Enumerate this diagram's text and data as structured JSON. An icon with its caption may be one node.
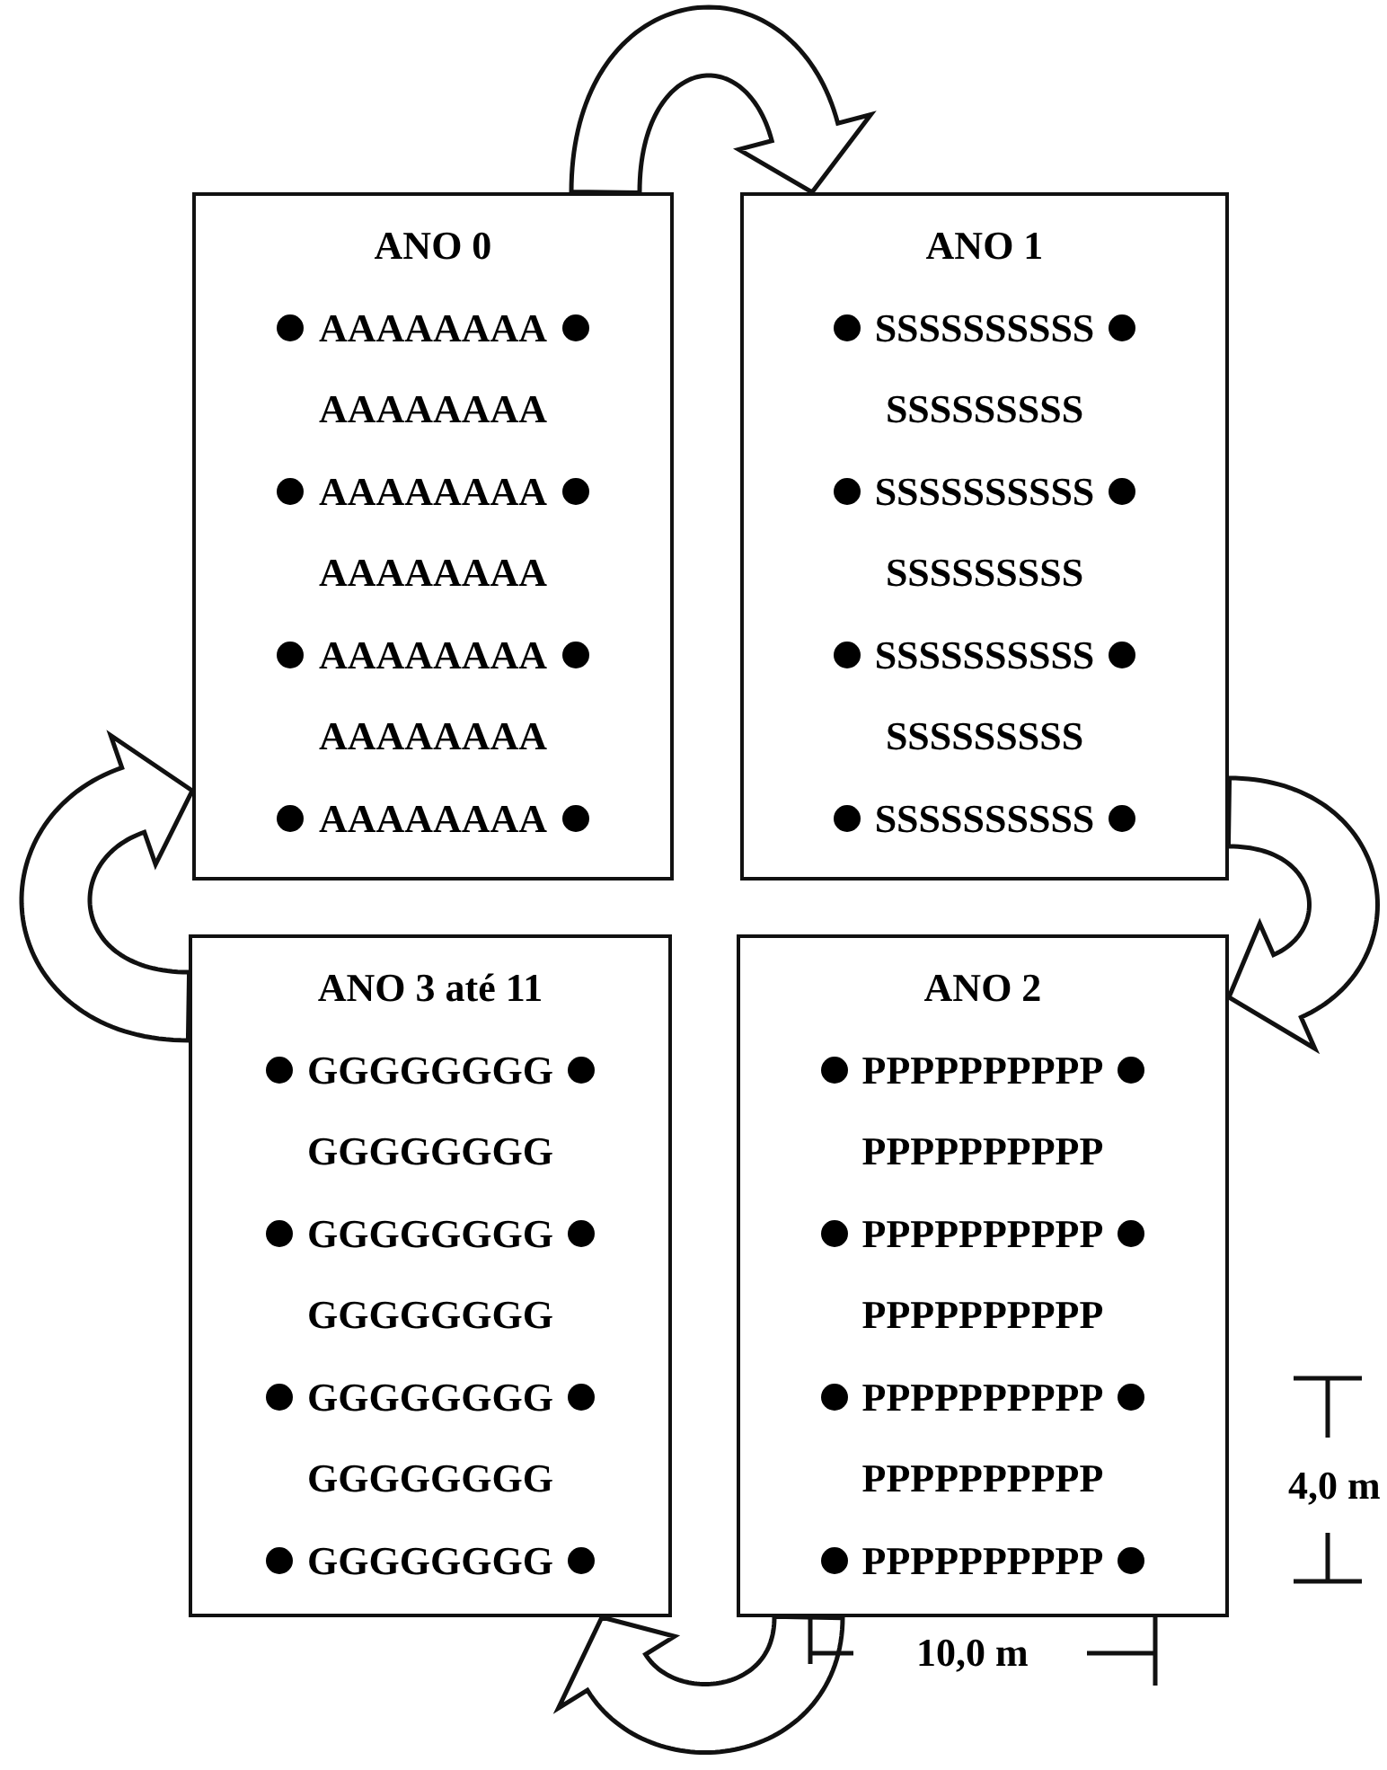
{
  "diagram": {
    "nodes": [
      {
        "text": [
          "ANO 0",
          "AAAAAAAA",
          "AAAAAAAA",
          "AAAAAAAA",
          "AAAAAAAA",
          "AAAAAAAA",
          "AAAAAAAA",
          "AAAAAAAA"
        ]
      },
      {
        "text": [
          "ANO 1",
          "SSSSSSSSSS",
          "SSSSSSSSS",
          "SSSSSSSSSS",
          "SSSSSSSSS",
          "SSSSSSSSSS",
          "SSSSSSSSS",
          "SSSSSSSSSS"
        ]
      },
      {
        "text": [
          "ANO 3 até 11",
          "GGGGGGGG",
          "GGGGGGGG",
          "GGGGGGGG",
          "GGGGGGGG",
          "GGGGGGGG",
          "GGGGGGGG",
          "GGGGGGGG"
        ]
      },
      {
        "text": [
          "ANO 2",
          "PPPPPPPPPP",
          "PPPPPPPPPP",
          "PPPPPPPPPP",
          "PPPPPPPPPP",
          "PPPPPPPPPP",
          "PPPPPPPPPP",
          "PPPPPPPPPP"
        ]
      }
    ],
    "edges": [
      {
        "from": 0,
        "to": 1,
        "arrow": "to"
      },
      {
        "from": 1,
        "to": 3,
        "arrow": "to"
      },
      {
        "from": 3,
        "to": 2,
        "arrow": "to"
      },
      {
        "from": 2,
        "to": 0,
        "arrow": "to"
      }
    ],
    "labels": [
      "4,0 m",
      "10,0 m"
    ]
  }
}
